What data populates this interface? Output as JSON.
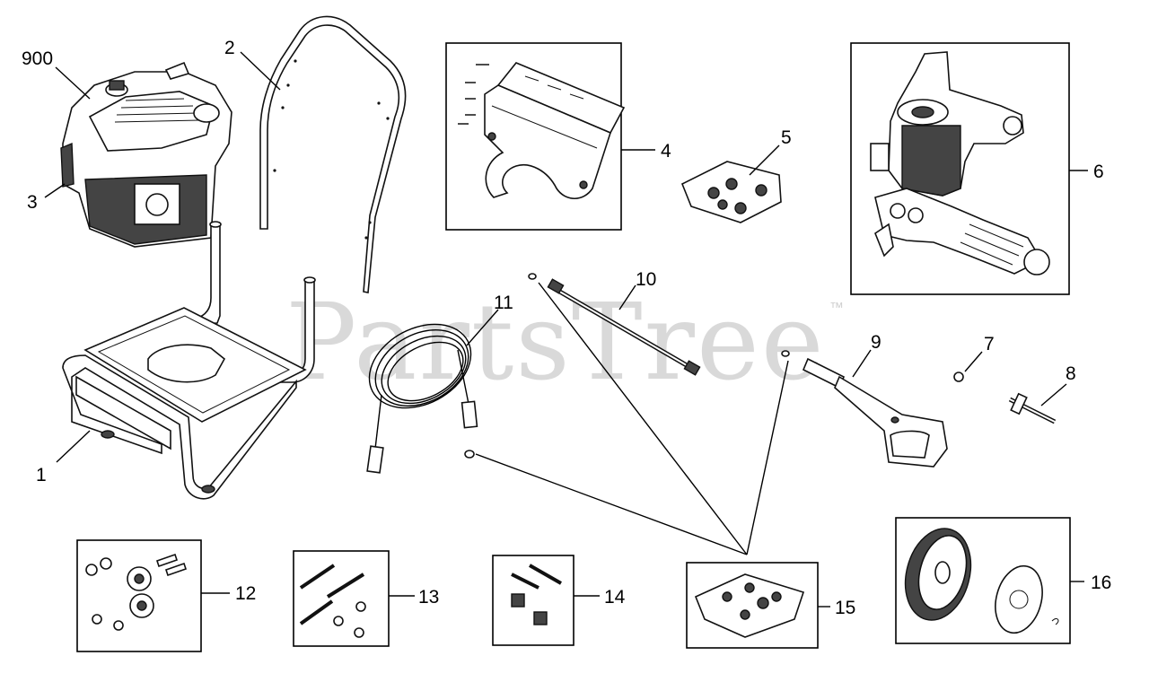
{
  "watermark": {
    "text": "PartsTree",
    "mark": "™"
  },
  "labels": {
    "p900": "900",
    "p1": "1",
    "p2": "2",
    "p3": "3",
    "p4": "4",
    "p5": "5",
    "p6": "6",
    "p7": "7",
    "p8": "8",
    "p9": "9",
    "p10": "10",
    "p11": "11",
    "p12": "12",
    "p13": "13",
    "p14": "14",
    "p15": "15",
    "p16": "16"
  }
}
